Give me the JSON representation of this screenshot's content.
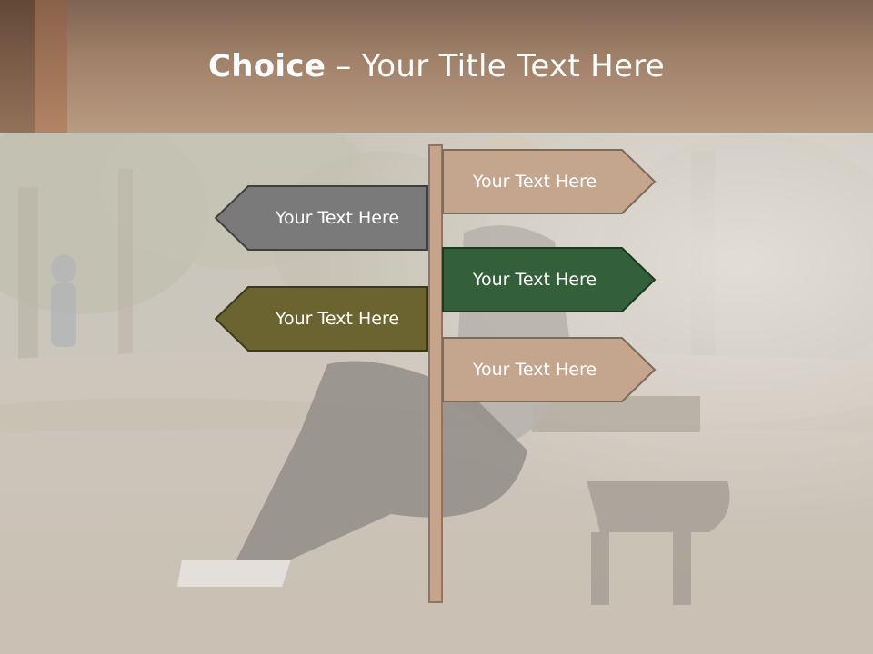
{
  "slide": {
    "title_bold": "Choice",
    "title_rest": " – Your Title Text Here"
  },
  "signs": {
    "left_top": {
      "label": "Your Text Here",
      "color": "#7a7a7a"
    },
    "left_bottom": {
      "label": "Your Text Here",
      "color": "#6b6330"
    },
    "right_1": {
      "label": "Your Text Here",
      "color": "#c4a58d"
    },
    "right_2": {
      "label": "Your Text Here",
      "color": "#33603a"
    },
    "right_3": {
      "label": "Your Text Here",
      "color": "#c4a58d"
    }
  },
  "colors": {
    "band": "#a18169",
    "post": "#c6a48a",
    "outline": "#5e5348"
  }
}
